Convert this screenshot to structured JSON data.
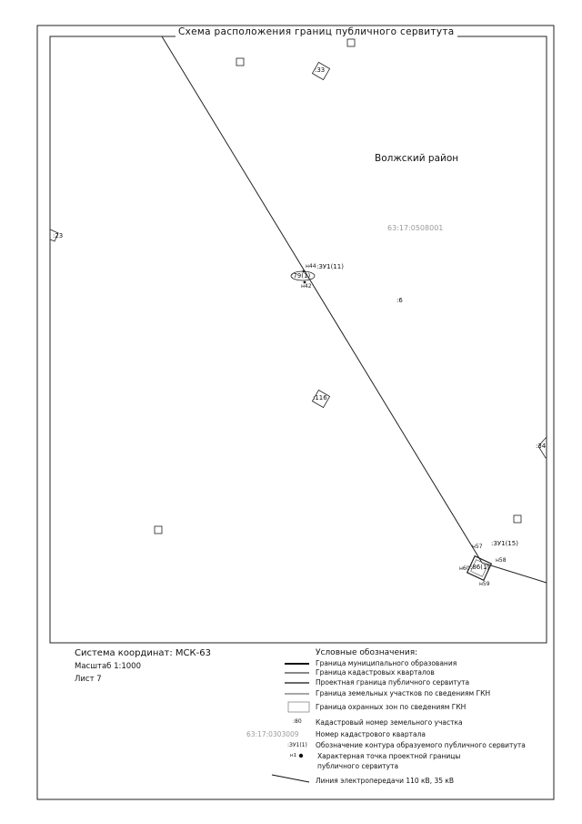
{
  "map": {
    "title": "Схема расположения границ публичного сервитута",
    "district_label": "Волжский район",
    "quarter_label": "63:17:0508001",
    "parcel_labels": {
      "p33": ":33",
      "p23": ":23",
      "p6": ":6",
      "p116": ":116",
      "p34": ":34",
      "p79": ":79(1)",
      "p86": ":86(1)",
      "zu11": ":ЗУ1(11)",
      "zu15": ":ЗУ1(15)"
    },
    "point_labels": {
      "n44": "н44",
      "n42": "н42",
      "n57": "н57",
      "n58": "н58",
      "n60": "н60",
      "n59": "н59"
    }
  },
  "info": {
    "coordinate_system": "Система координат: МСК-63",
    "scale": "Масштаб 1:1000",
    "sheet": "Лист 7"
  },
  "legend": {
    "title": "Условные обозначения:",
    "items": [
      "Граница муниципального образования",
      "Граница кадастровых кварталов",
      "Проектная граница публичного сервитута",
      "Граница земельных участков по сведениям ГКН",
      "Граница охранных зон по сведениям ГКН",
      "Кадастровый номер земельного участка",
      "Номер кадастрового квартала",
      "Обозначение контура образуемого публичного сервитута",
      "Характерная точка проектной границы",
      "публичного сервитута",
      "Линия электропередачи 110 кВ, 35 кВ"
    ],
    "symbols": {
      "parcel_no": ":80",
      "quarter_no": "63:17:0303009",
      "contour": ":ЗУ1(1)",
      "point": "н1"
    }
  }
}
